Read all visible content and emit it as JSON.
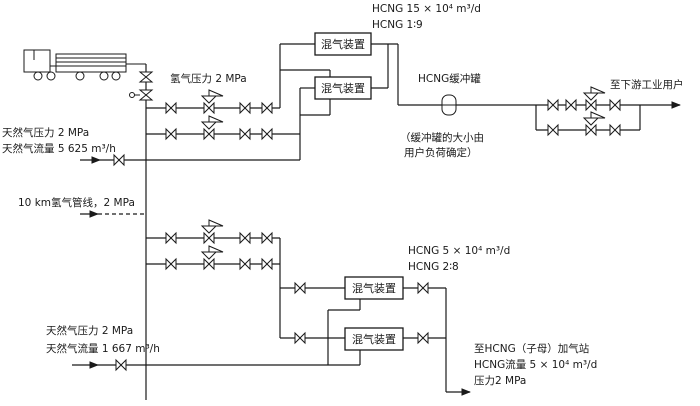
{
  "top_spec": {
    "flow": "HCNG 15 × 10⁴ m³/d",
    "ratio": "HCNG 1∶9"
  },
  "hydrogen_pressure_label": "氢气压力 2 MPa",
  "mixer_label": "混气装置",
  "buffer_tank_label": "HCNG缓冲罐",
  "buffer_note": {
    "line1": "（缓冲罐的大小由",
    "line2": "用户负荷确定）"
  },
  "downstream_label": "至下游工业用户",
  "ng_inlet_1": {
    "pressure": "天然气压力 2 MPa",
    "flow": "天然气流量 5 625 m³/h"
  },
  "h2_pipeline_label": "10 km氢气管线，2 MPa",
  "mid_spec": {
    "flow": "HCNG 5 × 10⁴ m³/d",
    "ratio": "HCNG 2∶8"
  },
  "ng_inlet_2": {
    "pressure": "天然气压力 2 MPa",
    "flow": "天然气流量 1 667 m³/h"
  },
  "station_outlet": {
    "line1": "至HCNG（子母）加气站",
    "line2": "HCNG流量 5 × 10⁴ m³/d",
    "line3": "压力2 MPa"
  }
}
